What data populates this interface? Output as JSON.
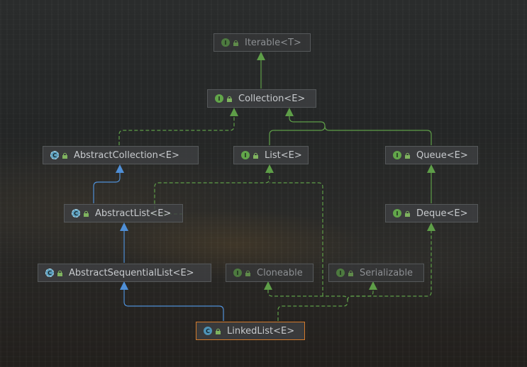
{
  "diagram": {
    "nodes": [
      {
        "id": "iterable",
        "label": "Iterable<T>",
        "kind": "interface",
        "icon": "interface-icon",
        "dim": true
      },
      {
        "id": "collection",
        "label": "Collection<E>",
        "kind": "interface",
        "icon": "interface-icon"
      },
      {
        "id": "abstractcollection",
        "label": "AbstractCollection<E>",
        "kind": "abstract",
        "icon": "abstract-class-icon"
      },
      {
        "id": "list",
        "label": "List<E>",
        "kind": "interface",
        "icon": "interface-icon"
      },
      {
        "id": "queue",
        "label": "Queue<E>",
        "kind": "interface",
        "icon": "interface-icon"
      },
      {
        "id": "abstractlist",
        "label": "AbstractList<E>",
        "kind": "abstract",
        "icon": "abstract-class-icon"
      },
      {
        "id": "deque",
        "label": "Deque<E>",
        "kind": "interface",
        "icon": "interface-icon"
      },
      {
        "id": "abstractsequentiallist",
        "label": "AbstractSequentialList<E>",
        "kind": "abstract",
        "icon": "abstract-class-icon"
      },
      {
        "id": "cloneable",
        "label": "Cloneable",
        "kind": "interface",
        "icon": "interface-icon",
        "dim": true
      },
      {
        "id": "serializable",
        "label": "Serializable",
        "kind": "interface",
        "icon": "interface-icon",
        "dim": true
      },
      {
        "id": "linkedlist",
        "label": "LinkedList<E>",
        "kind": "class",
        "icon": "class-icon",
        "selected": true
      }
    ],
    "edges": [
      {
        "from": "collection",
        "to": "iterable",
        "type": "extends"
      },
      {
        "from": "list",
        "to": "collection",
        "type": "extends"
      },
      {
        "from": "queue",
        "to": "collection",
        "type": "extends"
      },
      {
        "from": "abstractcollection",
        "to": "collection",
        "type": "implements"
      },
      {
        "from": "abstractlist",
        "to": "abstractcollection",
        "type": "inherits"
      },
      {
        "from": "abstractlist",
        "to": "list",
        "type": "implements"
      },
      {
        "from": "deque",
        "to": "queue",
        "type": "extends"
      },
      {
        "from": "abstractsequentiallist",
        "to": "abstractlist",
        "type": "inherits"
      },
      {
        "from": "linkedlist",
        "to": "abstractsequentiallist",
        "type": "inherits"
      },
      {
        "from": "linkedlist",
        "to": "list",
        "type": "implements"
      },
      {
        "from": "linkedlist",
        "to": "deque",
        "type": "implements"
      },
      {
        "from": "linkedlist",
        "to": "cloneable",
        "type": "implements"
      },
      {
        "from": "linkedlist",
        "to": "serializable",
        "type": "implements"
      }
    ],
    "colors": {
      "interface_edge": "#5e9e48",
      "inherit_edge": "#4f8fd6",
      "selected_border": "#d27a2c"
    }
  }
}
